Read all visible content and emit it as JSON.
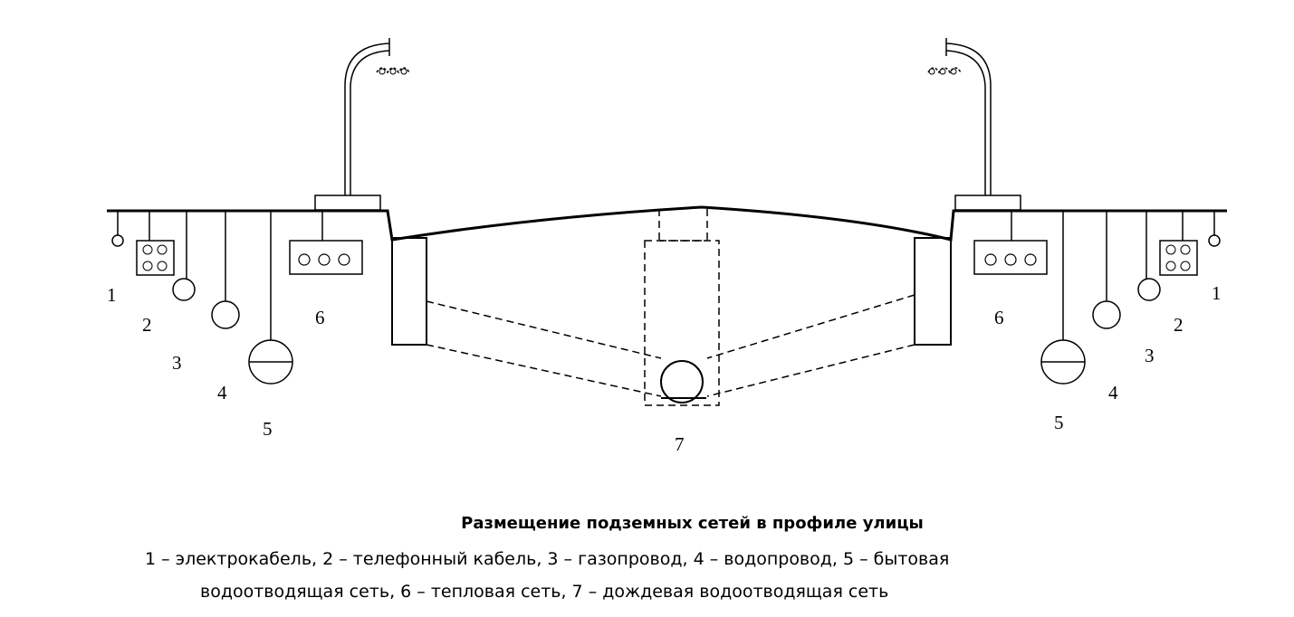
{
  "diagram": {
    "labels": {
      "left": [
        "1",
        "2",
        "3",
        "4",
        "5",
        "6"
      ],
      "right": [
        "1",
        "2",
        "3",
        "4",
        "5",
        "6"
      ],
      "center": "7"
    }
  },
  "caption": {
    "title": "Размещение подземных сетей в профиле улицы",
    "legend_line1": "1 – электрокабель, 2 – телефонный кабель, 3 – газопровод, 4 – водопровод, 5 – бытовая",
    "legend_line2": "водоотводящая сеть, 6 – тепловая сеть, 7 – дождевая водоотводящая сеть"
  }
}
